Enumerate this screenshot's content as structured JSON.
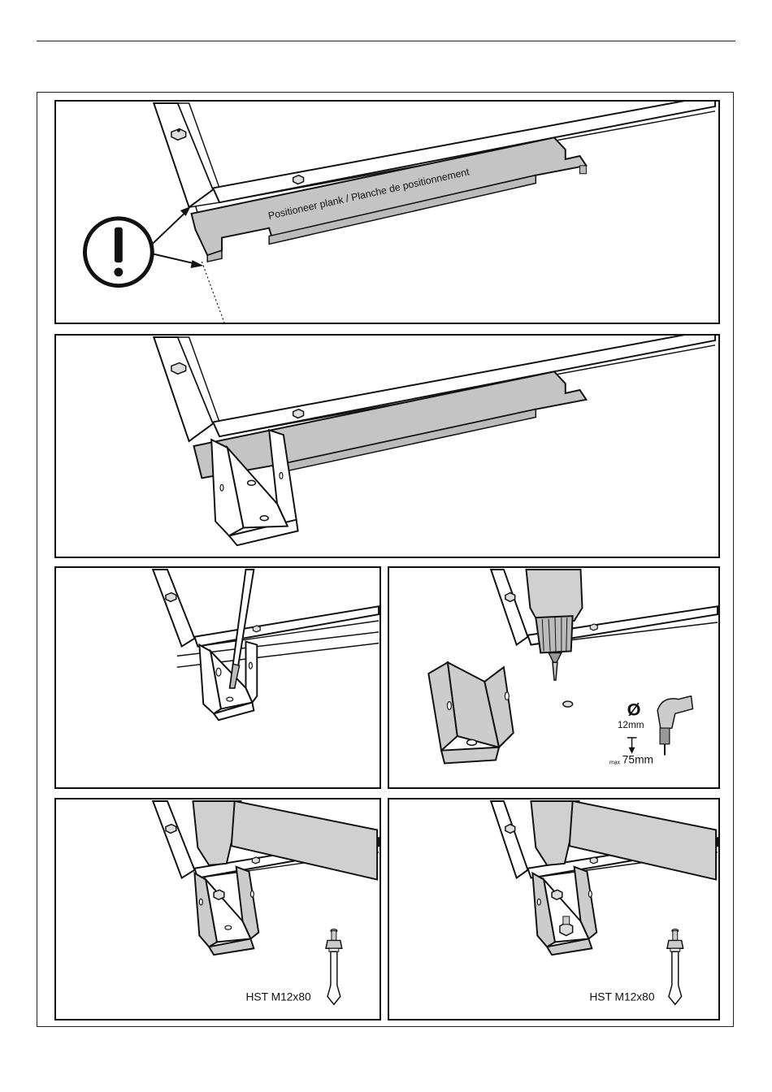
{
  "steps": {
    "step1": {
      "plank_label": "Positioneer plank / Planche de positionnement"
    },
    "step4": {
      "diameter_symbol": "Ø",
      "diameter": "12mm",
      "depth_prefix": "max",
      "depth_value": "75mm"
    },
    "step5": {
      "anchor_label": "HST M12x80"
    },
    "step6": {
      "anchor_label": "HST M12x80"
    }
  },
  "colors": {
    "line": "#111111",
    "plank": "#c4c4c4",
    "post": "#d0d0d0",
    "background": "#ffffff"
  }
}
